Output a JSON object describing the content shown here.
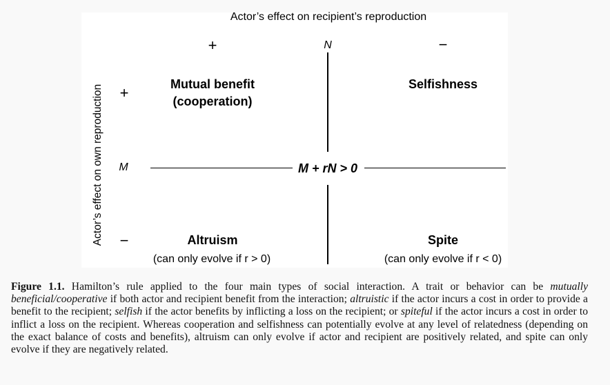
{
  "diagram": {
    "x_axis_title": "Actor’s effect on recipient’s reproduction",
    "y_axis_title": "Actor’s effect on own reproduction",
    "top_plus": "+",
    "top_n": "N",
    "top_minus": "−",
    "left_plus": "+",
    "left_m": "M",
    "left_minus": "−",
    "center_condition": "M + rN > 0",
    "quadrants": {
      "top_left_title_1": "Mutual benefit",
      "top_left_title_2": "(cooperation)",
      "top_right_title": "Selfishness",
      "bottom_left_title": "Altruism",
      "bottom_left_note": "(can only evolve if r > 0)",
      "bottom_right_title": "Spite",
      "bottom_right_note": "(can only evolve if r < 0)"
    }
  },
  "caption": {
    "label": "Figure 1.1.",
    "t1": " Hamilton’s rule applied to the four main types of social interaction. A trait or behavior can be ",
    "e1": "mutually beneficial/cooperative",
    "t2": " if both actor and recipient benefit from the interaction; ",
    "e2": "altruistic",
    "t3": " if the actor incurs a cost in order to provide a benefit to the recipient; ",
    "e3": "selfish",
    "t4": " if the actor benefits by inflicting a loss on the recipient; or ",
    "e4": "spiteful",
    "t5": " if the actor incurs a cost in order to inflict a loss on the recipient. Whereas cooperation and selfishness can potentially evolve at any level of relatedness (depending on the exact balance of costs and benefits), altruism can only evolve if actor and recipient are positively related, and spite can only evolve if they are negatively related."
  }
}
